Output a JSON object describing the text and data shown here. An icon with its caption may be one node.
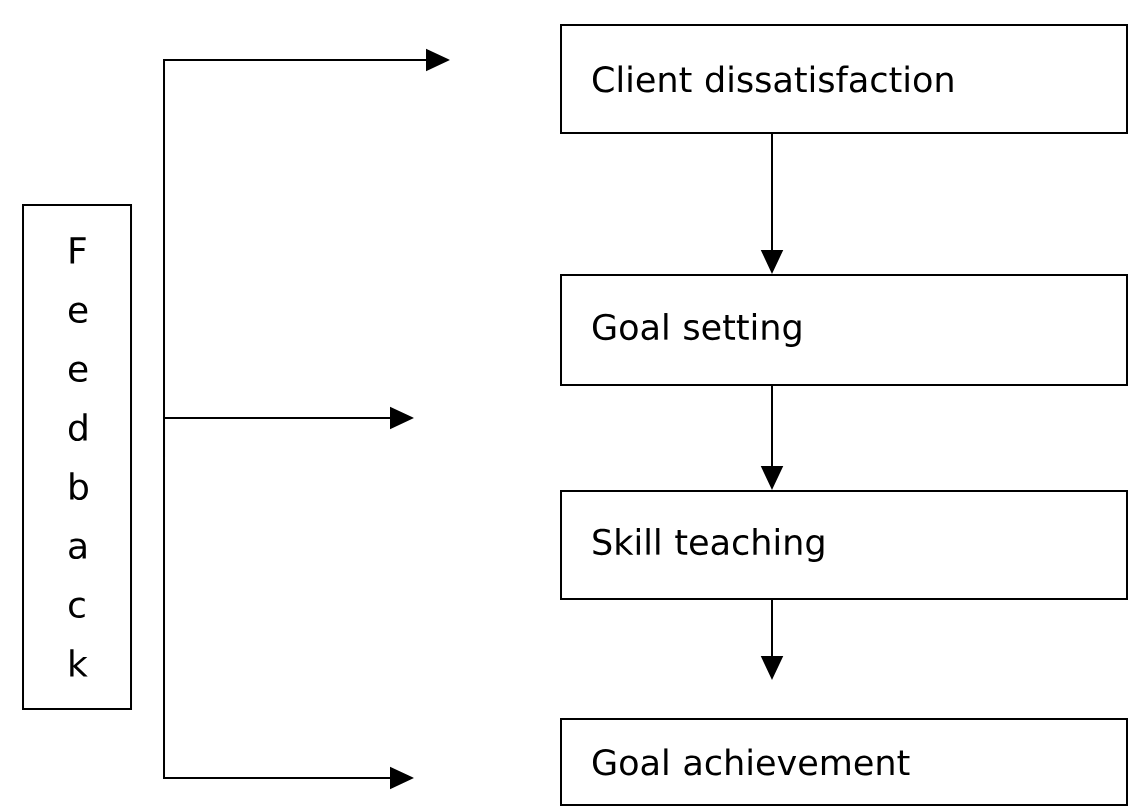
{
  "diagram": {
    "nodes": [
      {
        "text": [
          "Feedback"
        ]
      },
      {
        "text": [
          "Client dissatisfaction"
        ]
      },
      {
        "text": [
          "Goal setting"
        ]
      },
      {
        "text": [
          "Skill teaching"
        ]
      },
      {
        "text": [
          "Goal achievement"
        ]
      }
    ],
    "edges": [
      {
        "from": 0,
        "to": null,
        "arrow": "to"
      },
      {
        "from": 0,
        "to": null,
        "arrow": "to"
      },
      {
        "from": 0,
        "to": null,
        "arrow": "to"
      },
      {
        "from": 1,
        "to": 2,
        "arrow": "to"
      },
      {
        "from": 2,
        "to": 3,
        "arrow": "to"
      },
      {
        "from": 3,
        "to": 4,
        "arrow": "to"
      }
    ]
  }
}
